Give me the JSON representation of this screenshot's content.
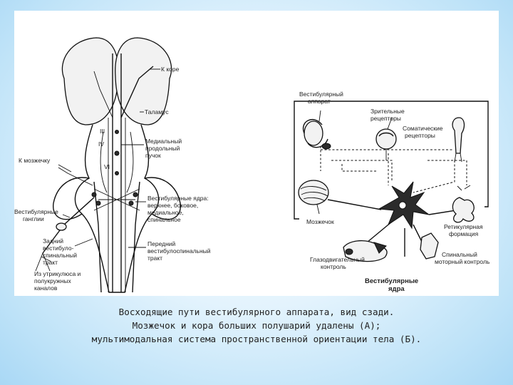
{
  "panel_a": {
    "labels": {
      "to_cortex": "К коре",
      "thalamus": "Таламус",
      "mlf_1": "Медиальный",
      "mlf_2": "продольный",
      "mlf_3": "пучок",
      "to_cerebellum": "К мозжечку",
      "vest_ganglia_1": "Вестибулярные",
      "vest_ganglia_2": "ганглии",
      "vest_nuclei_1": "Вестибулярные ядра:",
      "vest_nuclei_2": "верхнее, боковое,",
      "vest_nuclei_3": "медиальное,",
      "vest_nuclei_4": "спинальное",
      "posterior_tract_1": "Задний",
      "posterior_tract_2": "вестибуло-",
      "posterior_tract_3": "спинальный",
      "posterior_tract_4": "тракт",
      "anterior_tract_1": "Передний",
      "anterior_tract_2": "вестибулоспинальный",
      "anterior_tract_3": "тракт",
      "from_utricle_1": "Из утрикулюса и",
      "from_utricle_2": "полукружных",
      "from_utricle_3": "каналов",
      "nerve_iii": "III",
      "nerve_iv": "IV",
      "nerve_vi": "VI"
    }
  },
  "panel_b": {
    "labels": {
      "vest_apparatus_1": "Вестибулярный",
      "vest_apparatus_2": "аппарат",
      "visual_receptors_1": "Зрительные",
      "visual_receptors_2": "рецепторы",
      "somatic_receptors_1": "Соматические",
      "somatic_receptors_2": "рецепторы",
      "cerebellum": "Мозжечок",
      "reticular_1": "Ретикулярная",
      "reticular_2": "формация",
      "oculomotor_1": "Глазодвигательный",
      "oculomotor_2": "контроль",
      "spinal_motor_1": "Спинальный",
      "spinal_motor_2": "моторный контроль",
      "vest_nuclei_1": "Вестибулярные",
      "vest_nuclei_2": "ядра"
    }
  },
  "caption": {
    "line1": "Восходящие пути вестибулярного аппарата, вид сзади.",
    "line2": "Мозжечок и кора больших полушарий удалены (А);",
    "line3": "мультимодальная система пространственной ориентации тела (Б)."
  }
}
